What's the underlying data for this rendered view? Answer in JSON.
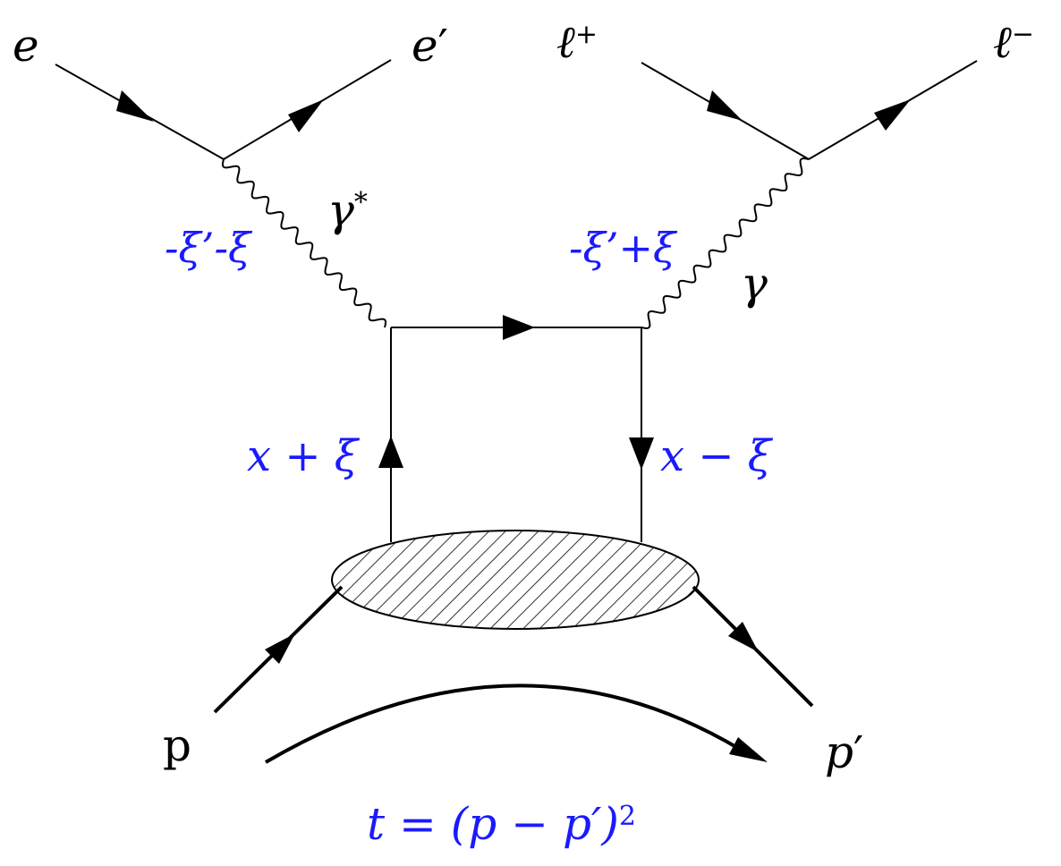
{
  "particles": {
    "e_in": "e",
    "e_out": "e",
    "e_out_prime": "′",
    "lepton_plus": "ℓ",
    "lepton_plus_sup": "+",
    "lepton_minus": "ℓ",
    "lepton_minus_sup": "−",
    "virtual_photon": "γ",
    "virtual_photon_sup": "*",
    "real_photon": "γ",
    "proton_in": "p",
    "proton_out": "p",
    "proton_out_prime": "′"
  },
  "momentum_fractions": {
    "virtual_photon": "-ξ’-ξ",
    "real_photon": "-ξ’+ξ",
    "quark_in": "x + ξ",
    "quark_out": "x − ξ"
  },
  "momentum_transfer": {
    "formula": "t = (p − p′)",
    "exponent": "2"
  },
  "colors": {
    "lines": "#000000",
    "labels": "#1a1aff"
  }
}
